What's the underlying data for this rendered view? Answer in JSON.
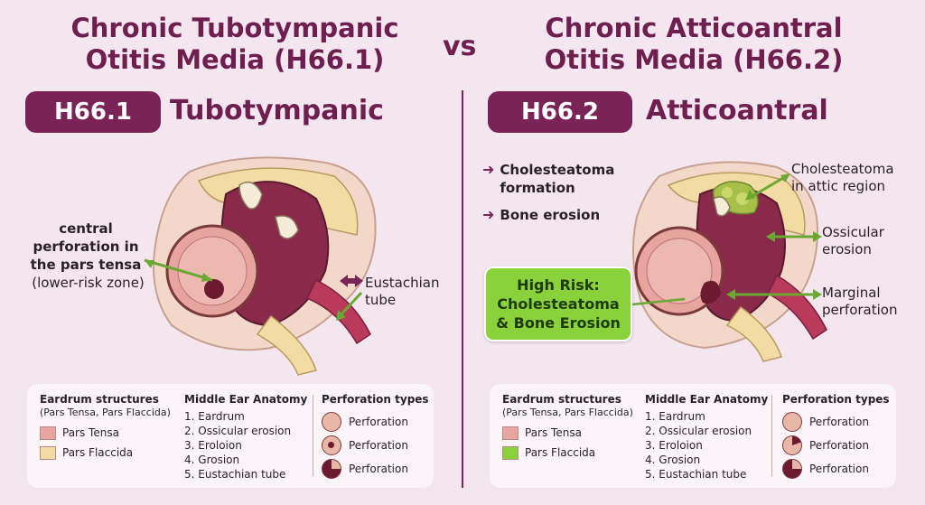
{
  "header": {
    "left_title": [
      "Chronic Tubotympanic",
      "Otitis Media (H66.1)"
    ],
    "vs": "vs",
    "right_title": [
      "Chronic Atticoantral",
      "Otitis Media (H66.2)"
    ]
  },
  "left": {
    "code": "H66.1",
    "name": "Tubotympanic",
    "label_bold": [
      "central",
      "perforation in",
      "the pars tensa"
    ],
    "label_note": "(lower-risk zone)",
    "eustachian": [
      "Eustachian",
      "tube"
    ]
  },
  "right": {
    "code": "H66.2",
    "name": "Atticoantral",
    "bullets": [
      [
        "Cholesteatoma",
        "formation"
      ],
      [
        "Bone erosion"
      ]
    ],
    "badge": [
      "High Risk:",
      "Cholesteatoma",
      "& Bone Erosion"
    ],
    "labels": {
      "attic": [
        "Cholesteatoma",
        "in attic region"
      ],
      "ossicular": [
        "Ossicular",
        "erosion"
      ],
      "marginal": [
        "Marginal",
        "perforation"
      ]
    }
  },
  "panels": [
    {
      "eardrum_title": "Eardrum structures",
      "eardrum_sub": "(Pars Tensa, Pars Flaccida)",
      "swatches": [
        {
          "label": "Pars Tensa",
          "color": "#e8a5a0"
        },
        {
          "label": "Pars Flaccida",
          "color": "#f2dca4"
        }
      ],
      "anatomy_title": "Middle Ear Anatomy",
      "anatomy": [
        "1.  Eardrum",
        "2.  Ossicular erosion",
        "3.  Eroloion",
        "4.  Grosion",
        "5.  Eustachian tube"
      ],
      "perf_title": "Perforation types",
      "perfs": [
        "Perforation",
        "Perforation",
        "Perforation"
      ]
    },
    {
      "eardrum_title": "Eardrum structures",
      "eardrum_sub": "(Pars Tensa, Pars Flaccida)",
      "swatches": [
        {
          "label": "Pars Tensa",
          "color": "#e8a5a0"
        },
        {
          "label": "Pars Flaccida",
          "color": "#8ad23c"
        }
      ],
      "anatomy_title": "Middle Ear Anatomy",
      "anatomy": [
        "1.  Eardrum",
        "2.  Ossicular erosion",
        "3.  Eroloion",
        "4.  Grosion",
        "5.  Eustachian tube"
      ],
      "perf_title": "Perforation types",
      "perfs": [
        "Perforation",
        "Perforation",
        "Perforation"
      ]
    }
  ],
  "colors": {
    "brand": "#7a2356",
    "accent_green": "#8ad23c",
    "background": "#f4e6ef"
  }
}
